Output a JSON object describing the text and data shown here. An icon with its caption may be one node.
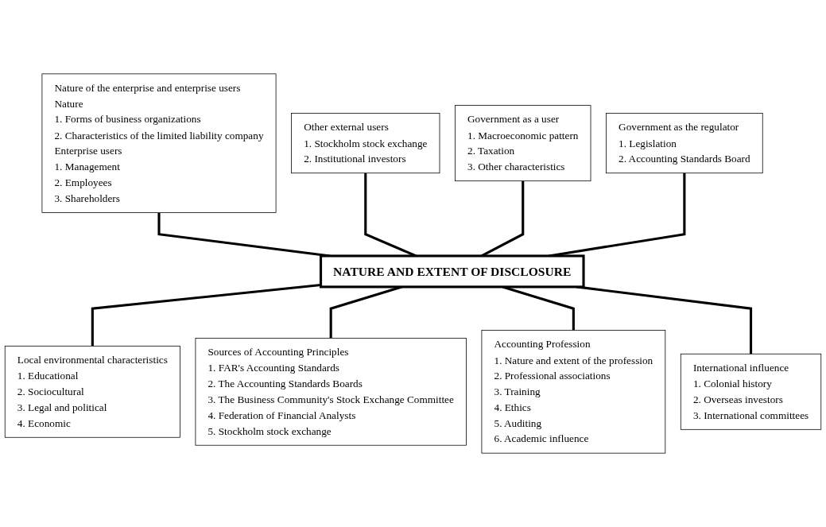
{
  "diagram": {
    "nodes": [
      {
        "text": [
          "NATURE AND EXTENT OF DISCLOSURE"
        ]
      },
      {
        "text": [
          "Nature of the enterprise and enterprise users",
          "Nature",
          "1. Forms of business organizations",
          "2. Characteristics of the limited liability company",
          "Enterprise users",
          "1. Management",
          "2. Employees",
          "3. Shareholders"
        ]
      },
      {
        "text": [
          "Other external users",
          "1. Stockholm stock exchange",
          "2. Institutional investors"
        ]
      },
      {
        "text": [
          "Government as a user",
          "1. Macroeconomic pattern",
          "2. Taxation",
          "3. Other characteristics"
        ]
      },
      {
        "text": [
          "Government as the regulator",
          "1. Legislation",
          "2. Accounting Standards Board"
        ]
      },
      {
        "text": [
          "Local environmental characteristics",
          "1. Educational",
          "2. Sociocultural",
          "3. Legal and political",
          "4. Economic"
        ]
      },
      {
        "text": [
          "Sources of Accounting Principles",
          "1. FAR's Accounting Standards",
          "2. The Accounting Standards Boards",
          "3. The Business Community's Stock Exchange Committee",
          "4. Federation of Financial Analysts",
          "5. Stockholm stock exchange"
        ]
      },
      {
        "text": [
          "Accounting Profession",
          "1. Nature and extent of the profession",
          "2. Professional associations",
          "3. Training",
          "4. Ethics",
          "5. Auditing",
          "6. Academic influence"
        ]
      },
      {
        "text": [
          "International influence",
          "1. Colonial history",
          "2. Overseas investors",
          "3. International committees"
        ]
      }
    ],
    "edges": [
      {
        "from": 1,
        "to": 0,
        "arrow": "none"
      },
      {
        "from": 2,
        "to": 0,
        "arrow": "none"
      },
      {
        "from": 3,
        "to": 0,
        "arrow": "none"
      },
      {
        "from": 4,
        "to": 0,
        "arrow": "none"
      },
      {
        "from": 0,
        "to": 5,
        "arrow": "none"
      },
      {
        "from": 0,
        "to": 6,
        "arrow": "none"
      },
      {
        "from": 0,
        "to": 7,
        "arrow": "none"
      },
      {
        "from": 0,
        "to": 8,
        "arrow": "none"
      }
    ]
  }
}
